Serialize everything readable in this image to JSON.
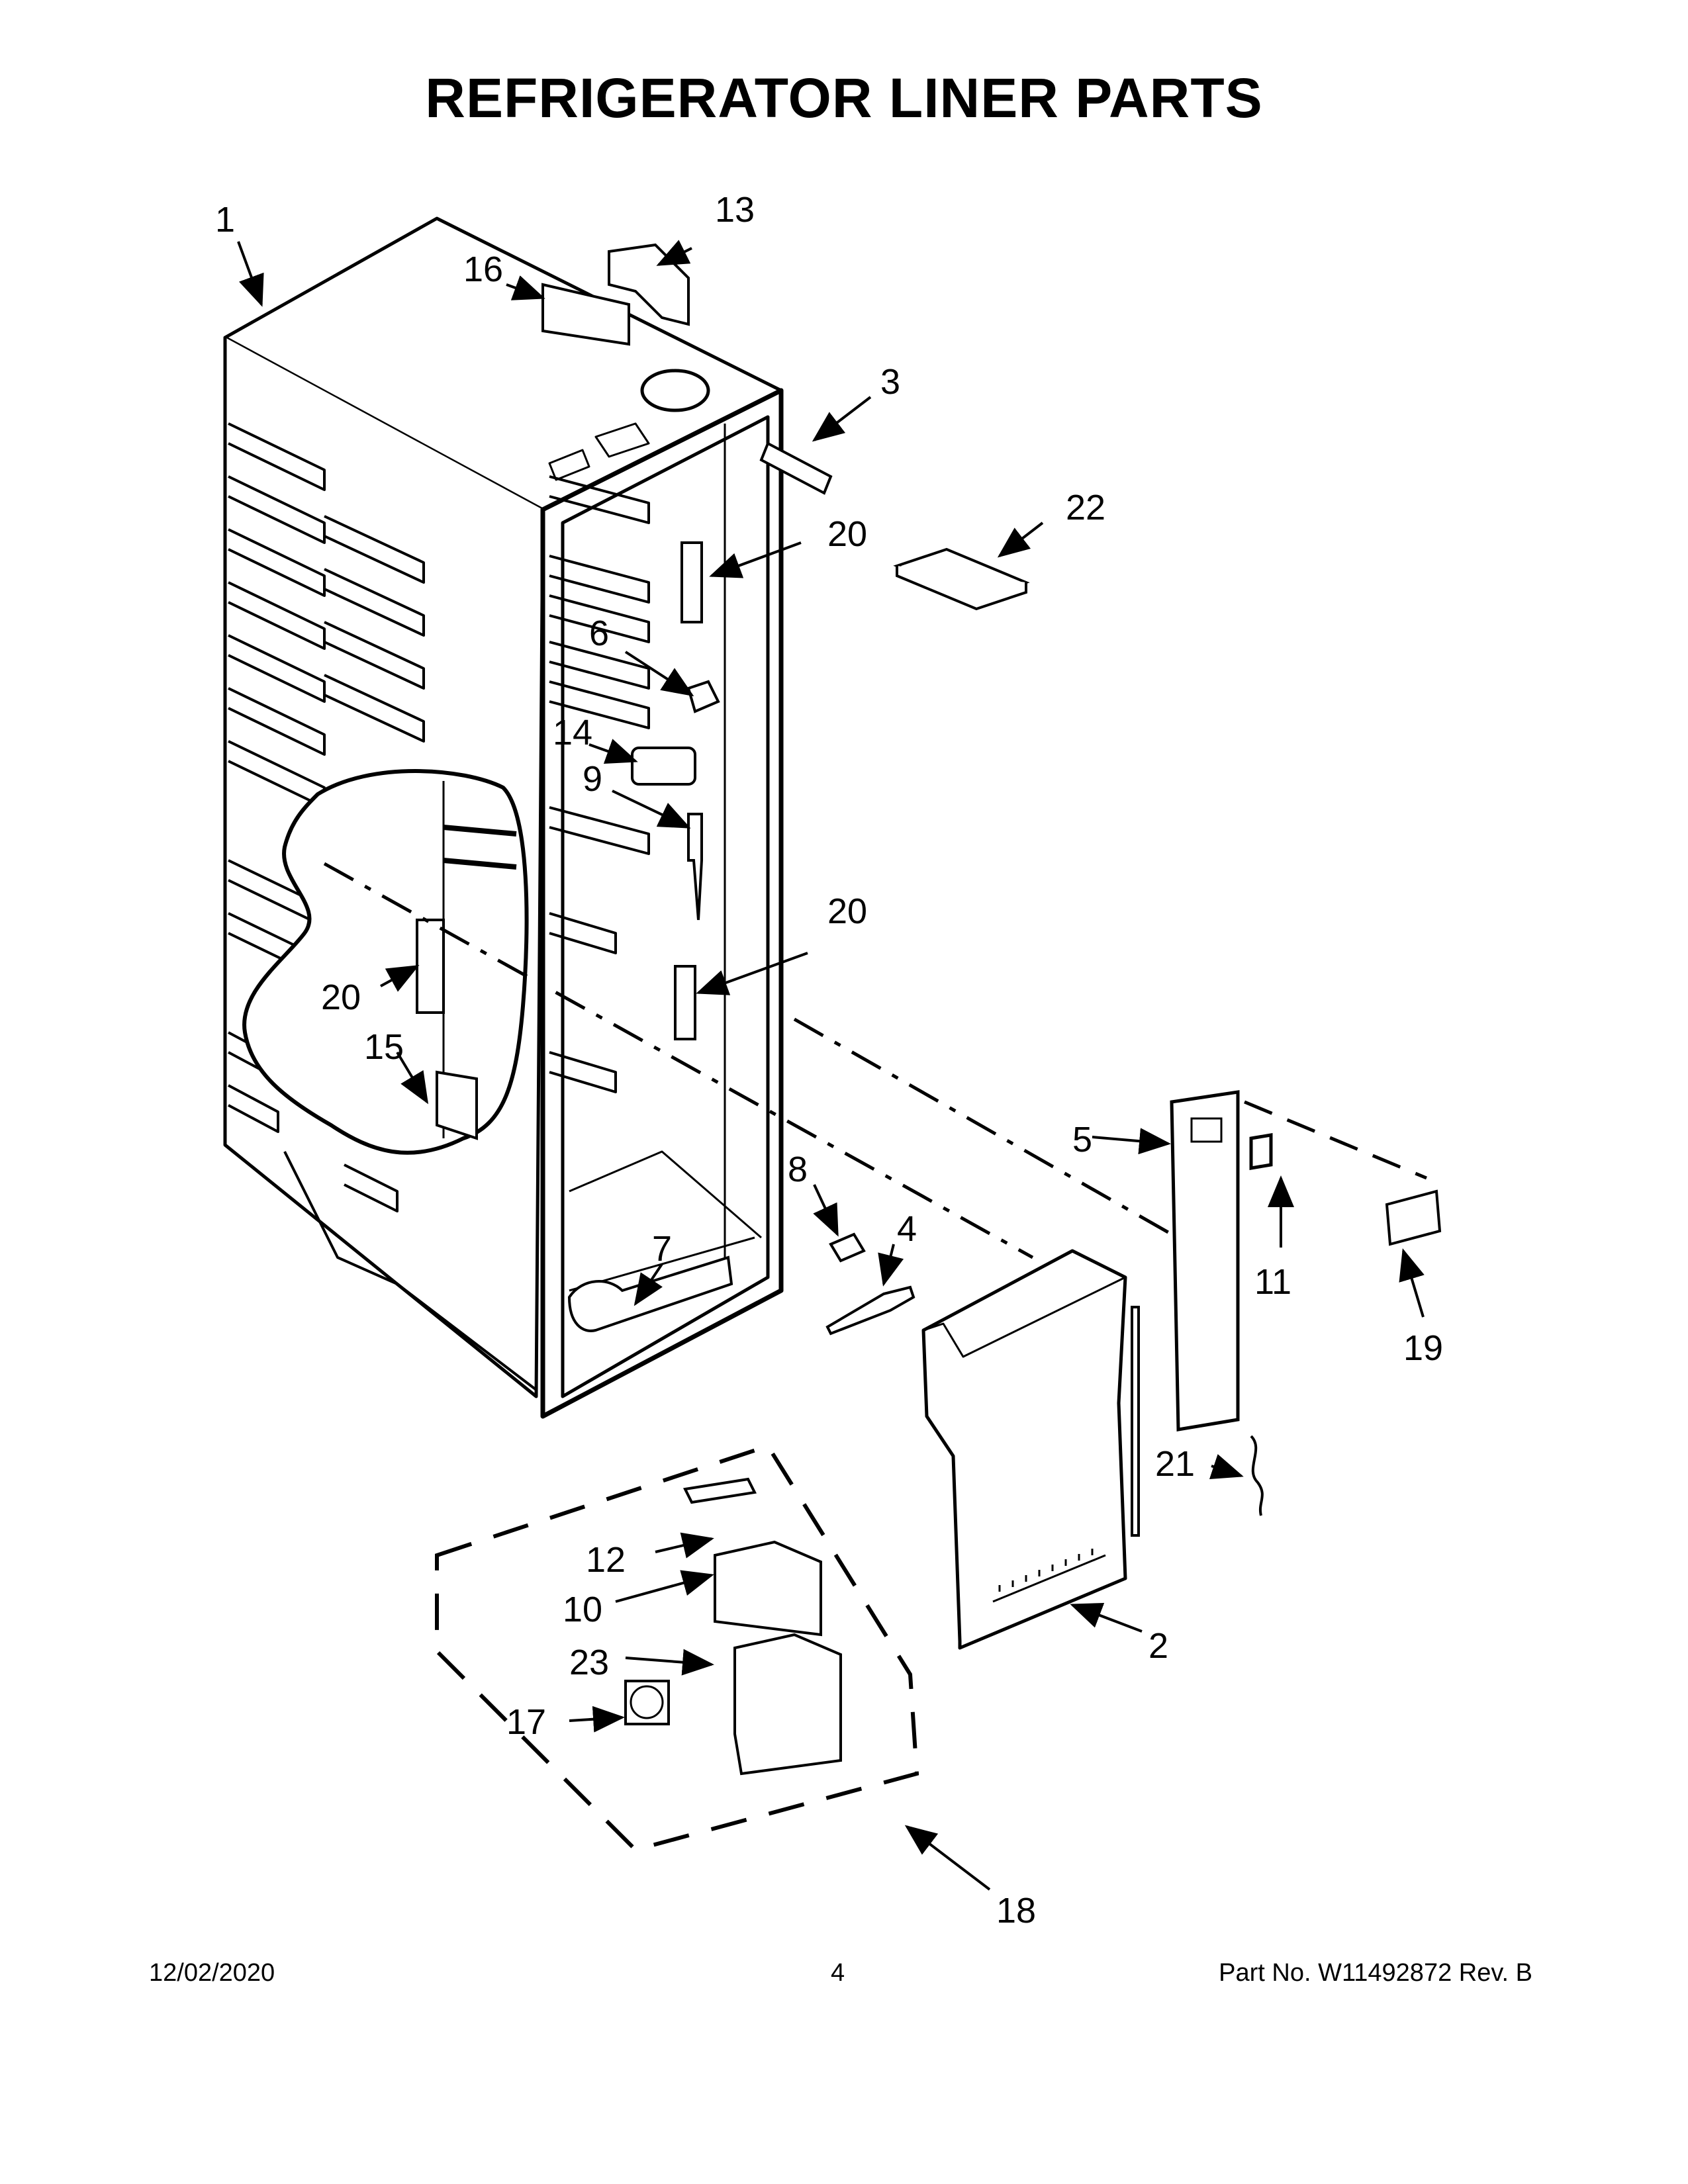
{
  "page": {
    "title": "REFRIGERATOR LINER PARTS",
    "date": "12/02/2020",
    "page_number": "4",
    "part_number": "Part No.  W11492872  Rev.  B"
  },
  "callouts": {
    "c1": "1",
    "c2": "2",
    "c3": "3",
    "c4": "4",
    "c5": "5",
    "c6": "6",
    "c7": "7",
    "c8": "8",
    "c9": "9",
    "c10": "10",
    "c11": "11",
    "c12": "12",
    "c13": "13",
    "c14": "14",
    "c15": "15",
    "c16": "16",
    "c17": "17",
    "c18": "18",
    "c19": "19",
    "c20a": "20",
    "c20b": "20",
    "c20c": "20",
    "c21": "21",
    "c22": "22",
    "c23": "23"
  }
}
